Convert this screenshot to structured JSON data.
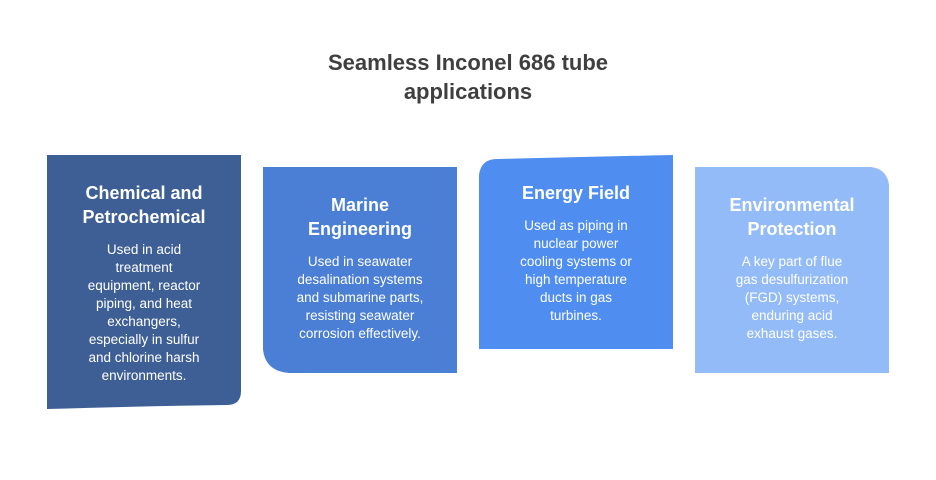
{
  "title": {
    "line1": "Seamless Inconel 686 tube",
    "line2": "applications"
  },
  "colors": {
    "title_text": "#3f3f3f",
    "card_text": "#ffffff",
    "card_1": "#3e5f95",
    "card_2": "#4a7fd5",
    "card_3": "#4f8ef0",
    "card_4": "#93bbf7"
  },
  "cards": [
    {
      "title_lines": [
        "Chemical and",
        "Petrochemical"
      ],
      "text_lines": [
        "Used in acid",
        "treatment",
        "equipment, reactor",
        "piping, and heat",
        "exchangers,",
        "especially in sulfur",
        "and chlorine harsh",
        "environments."
      ]
    },
    {
      "title_lines": [
        "Marine",
        "Engineering"
      ],
      "text_lines": [
        "Used in seawater",
        "desalination systems",
        "and submarine parts,",
        "resisting seawater",
        "corrosion effectively."
      ]
    },
    {
      "title_lines": [
        "Energy Field"
      ],
      "text_lines": [
        "Used as piping in",
        "nuclear power",
        "cooling systems or",
        "high temperature",
        "ducts in gas",
        "turbines."
      ]
    },
    {
      "title_lines": [
        "Environmental",
        "Protection"
      ],
      "text_lines": [
        "A key part of flue",
        "gas desulfurization",
        "(FGD) systems,",
        "enduring acid",
        "exhaust gases."
      ]
    }
  ]
}
